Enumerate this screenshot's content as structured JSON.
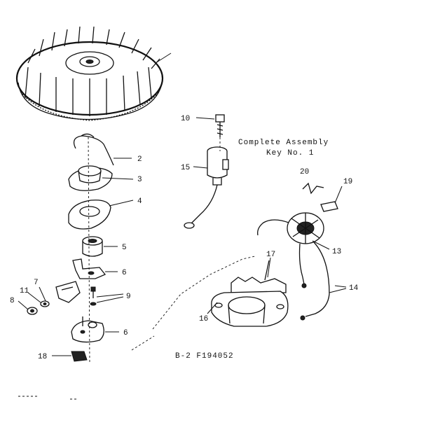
{
  "caption": {
    "line1": "Complete Assembly",
    "line2": "Key No. 1"
  },
  "figure_id": "B-2  F194052",
  "callouts": {
    "c2": "2",
    "c3": "3",
    "c4": "4",
    "c5": "5",
    "c6a": "6",
    "c6b": "6",
    "c7": "7",
    "c8": "8",
    "c9": "9",
    "c10": "10",
    "c11": "11",
    "c13": "13",
    "c14": "14",
    "c15": "15",
    "c16": "16",
    "c17": "17",
    "c18": "18",
    "c19": "19",
    "c20": "20"
  }
}
